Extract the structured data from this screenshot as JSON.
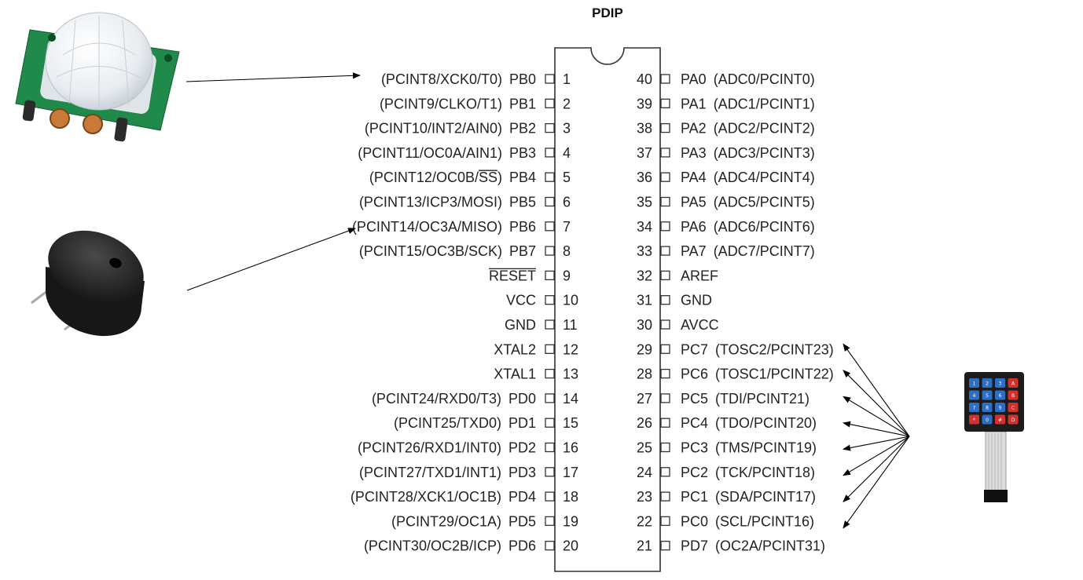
{
  "package_label": "PDIP",
  "left_pins": [
    {
      "number": "1",
      "name": "PB0",
      "alt": "(PCINT8/XCK0/T0)"
    },
    {
      "number": "2",
      "name": "PB1",
      "alt": "(PCINT9/CLKO/T1)"
    },
    {
      "number": "3",
      "name": "PB2",
      "alt": "(PCINT10/INT2/AIN0)"
    },
    {
      "number": "4",
      "name": "PB3",
      "alt": "(PCINT11/OC0A/AIN1)"
    },
    {
      "number": "5",
      "name": "PB4",
      "alt": "(PCINT12/OC0B/SS)"
    },
    {
      "number": "6",
      "name": "PB5",
      "alt": "(PCINT13/ICP3/MOSI)"
    },
    {
      "number": "7",
      "name": "PB6",
      "alt": "(PCINT14/OC3A/MISO)"
    },
    {
      "number": "8",
      "name": "PB7",
      "alt": "(PCINT15/OC3B/SCK)"
    },
    {
      "number": "9",
      "name": "RESET",
      "alt": ""
    },
    {
      "number": "10",
      "name": "VCC",
      "alt": ""
    },
    {
      "number": "11",
      "name": "GND",
      "alt": ""
    },
    {
      "number": "12",
      "name": "XTAL2",
      "alt": ""
    },
    {
      "number": "13",
      "name": "XTAL1",
      "alt": ""
    },
    {
      "number": "14",
      "name": "PD0",
      "alt": "(PCINT24/RXD0/T3)"
    },
    {
      "number": "15",
      "name": "PD1",
      "alt": "(PCINT25/TXD0)"
    },
    {
      "number": "16",
      "name": "PD2",
      "alt": "(PCINT26/RXD1/INT0)"
    },
    {
      "number": "17",
      "name": "PD3",
      "alt": "(PCINT27/TXD1/INT1)"
    },
    {
      "number": "18",
      "name": "PD4",
      "alt": "(PCINT28/XCK1/OC1B)"
    },
    {
      "number": "19",
      "name": "PD5",
      "alt": "(PCINT29/OC1A)"
    },
    {
      "number": "20",
      "name": "PD6",
      "alt": "(PCINT30/OC2B/ICP)"
    }
  ],
  "right_pins": [
    {
      "number": "40",
      "name": "PA0",
      "alt": "(ADC0/PCINT0)"
    },
    {
      "number": "39",
      "name": "PA1",
      "alt": "(ADC1/PCINT1)"
    },
    {
      "number": "38",
      "name": "PA2",
      "alt": "(ADC2/PCINT2)"
    },
    {
      "number": "37",
      "name": "PA3",
      "alt": "(ADC3/PCINT3)"
    },
    {
      "number": "36",
      "name": "PA4",
      "alt": "(ADC4/PCINT4)"
    },
    {
      "number": "35",
      "name": "PA5",
      "alt": "(ADC5/PCINT5)"
    },
    {
      "number": "34",
      "name": "PA6",
      "alt": "(ADC6/PCINT6)"
    },
    {
      "number": "33",
      "name": "PA7",
      "alt": "(ADC7/PCINT7)"
    },
    {
      "number": "32",
      "name": "AREF",
      "alt": ""
    },
    {
      "number": "31",
      "name": "GND",
      "alt": ""
    },
    {
      "number": "30",
      "name": "AVCC",
      "alt": ""
    },
    {
      "number": "29",
      "name": "PC7",
      "alt": "(TOSC2/PCINT23)"
    },
    {
      "number": "28",
      "name": "PC6",
      "alt": "(TOSC1/PCINT22)"
    },
    {
      "number": "27",
      "name": "PC5",
      "alt": "(TDI/PCINT21)"
    },
    {
      "number": "26",
      "name": "PC4",
      "alt": "(TDO/PCINT20)"
    },
    {
      "number": "25",
      "name": "PC3",
      "alt": "(TMS/PCINT19)"
    },
    {
      "number": "24",
      "name": "PC2",
      "alt": "(TCK/PCINT18)"
    },
    {
      "number": "23",
      "name": "PC1",
      "alt": "(SDA/PCINT17)"
    },
    {
      "number": "22",
      "name": "PC0",
      "alt": "(SCL/PCINT16)"
    },
    {
      "number": "21",
      "name": "PD7",
      "alt": "(OC2A/PCINT31)"
    }
  ],
  "keypad_keys": [
    "1",
    "2",
    "3",
    "A",
    "4",
    "5",
    "6",
    "B",
    "7",
    "8",
    "9",
    "C",
    "*",
    "0",
    "#",
    "D"
  ],
  "colors": {
    "pir_board": "#1f8a4a",
    "keypad_blue": "#2e6fc4",
    "keypad_red": "#d2322d",
    "buzzer_body": "#1c1c1c"
  }
}
